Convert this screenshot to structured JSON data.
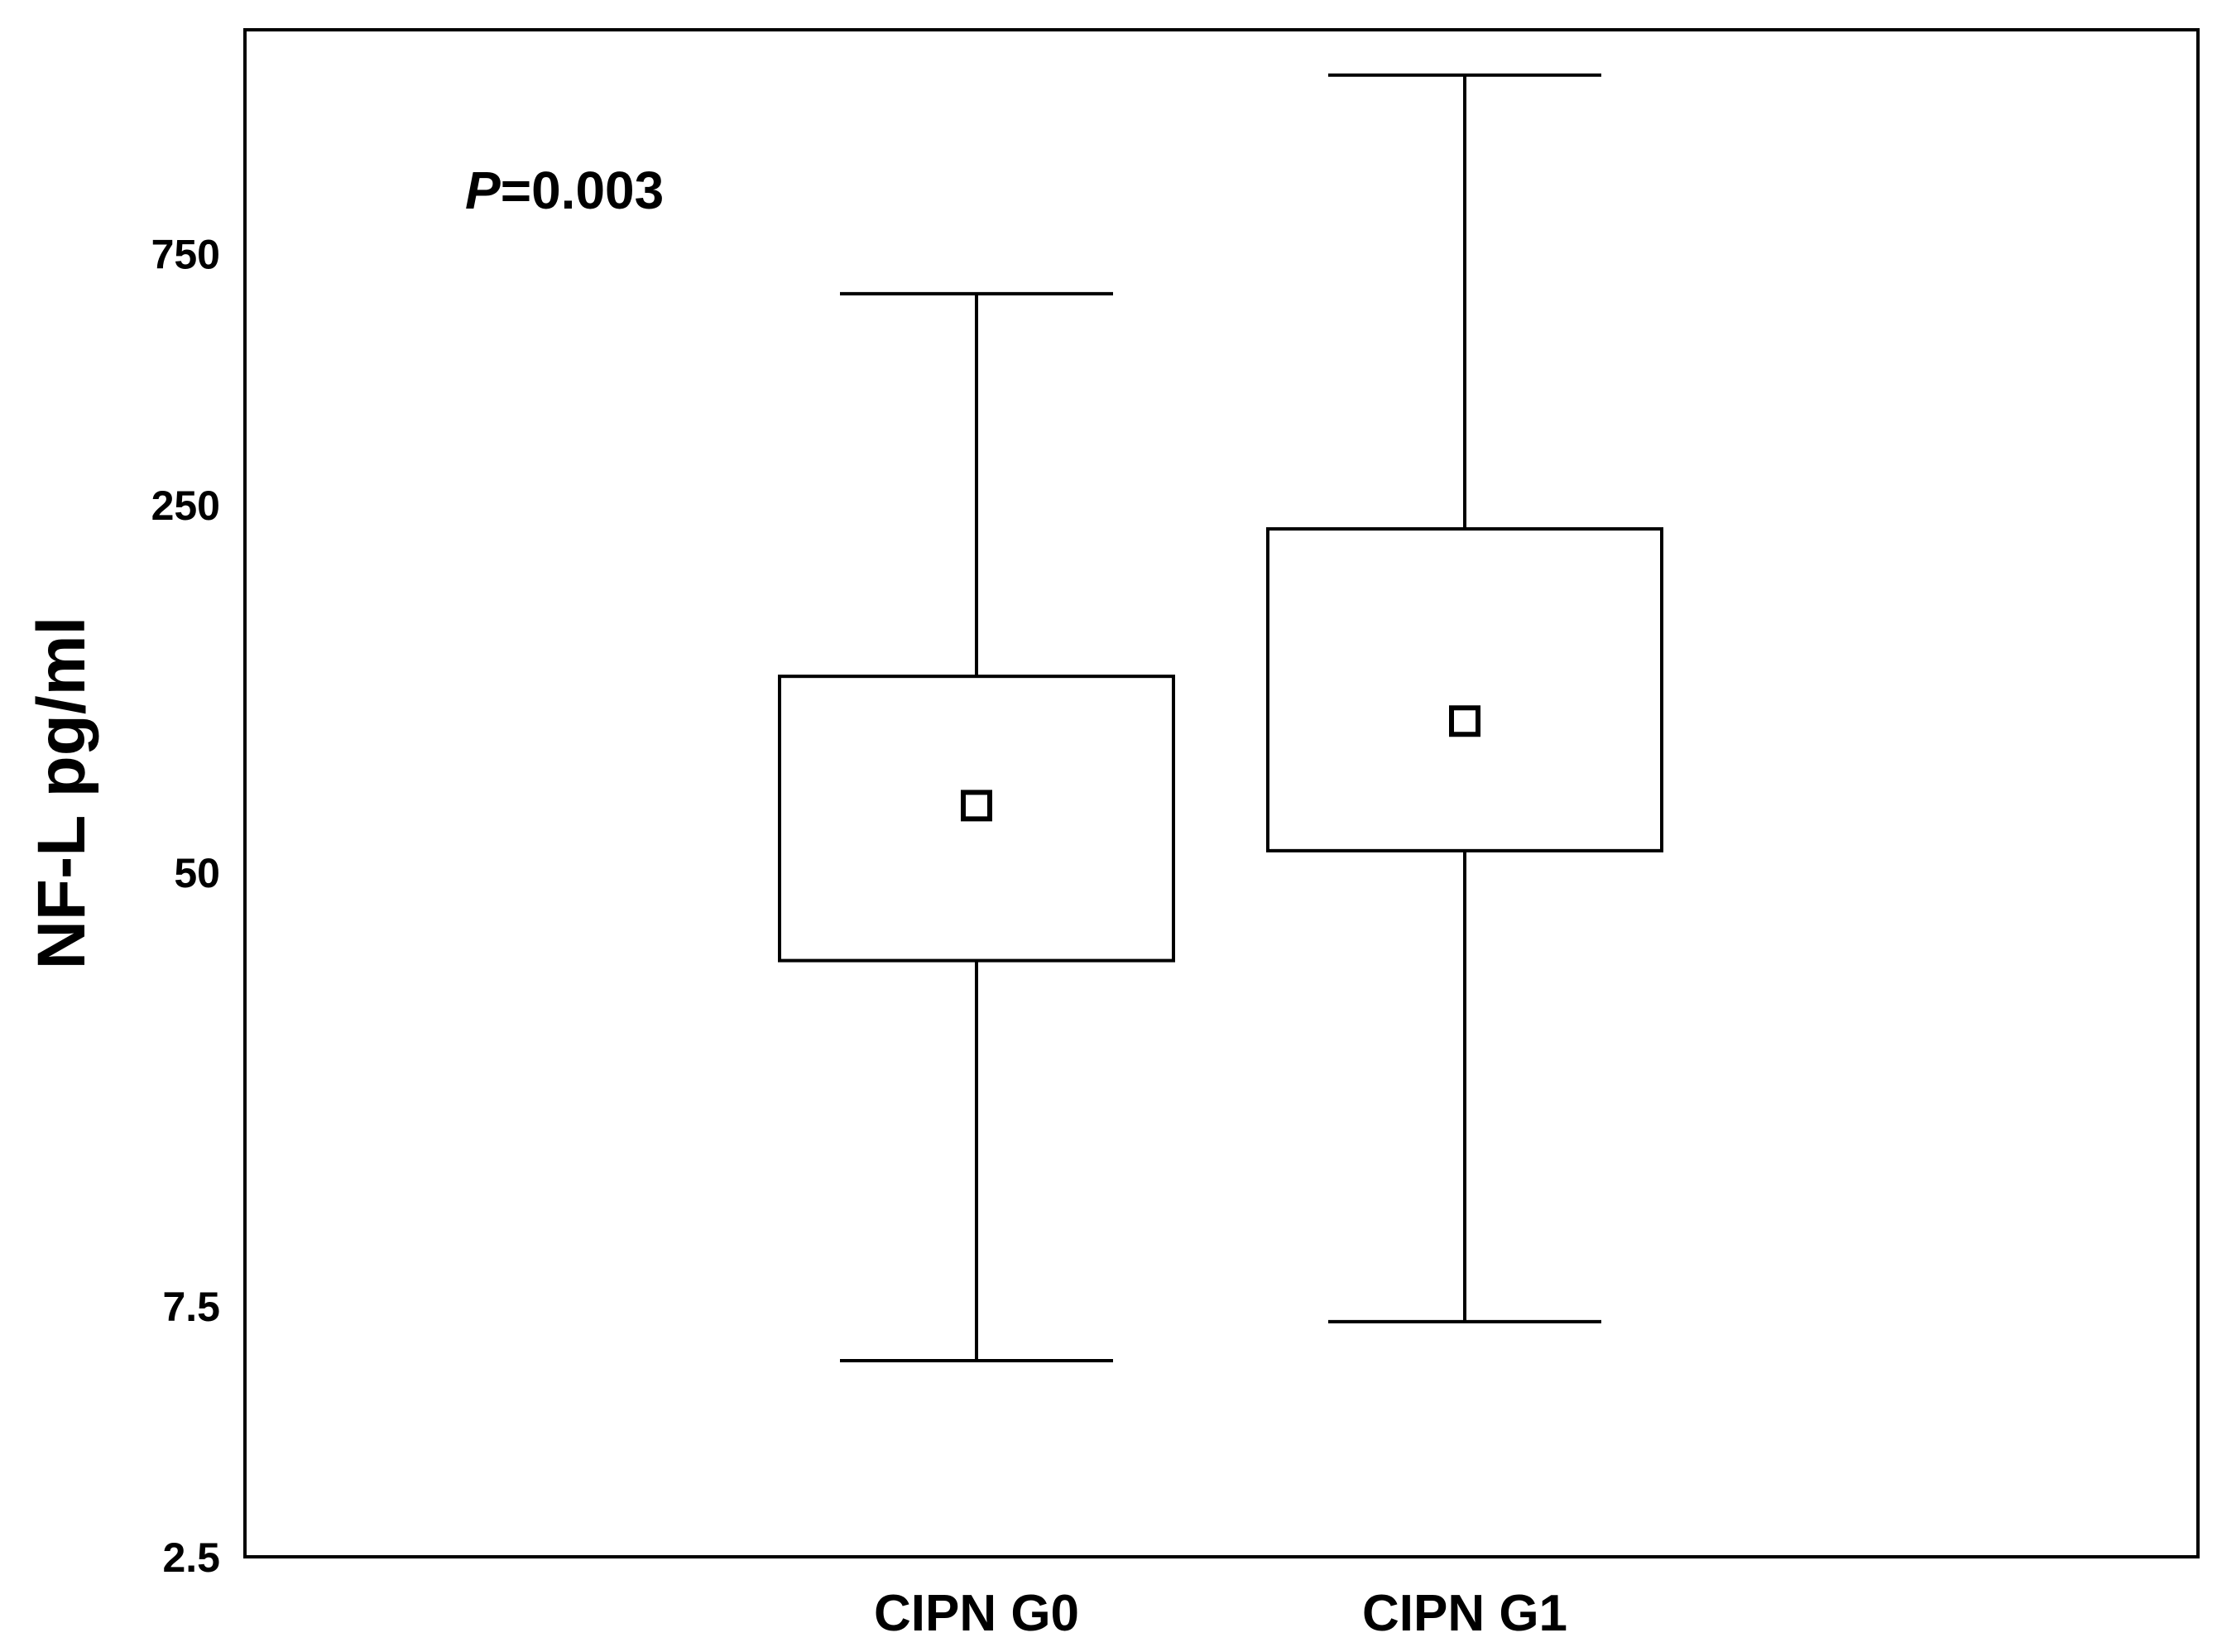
{
  "chart_data": {
    "type": "box",
    "title": "",
    "xlabel": "",
    "ylabel": "NF-L pg/ml",
    "y_scale": "log",
    "ylim": [
      2.5,
      2000
    ],
    "y_ticks": [
      {
        "value": 2.5,
        "label": "2.5"
      },
      {
        "value": 7.5,
        "label": "7.5"
      },
      {
        "value": 50,
        "label": "50"
      },
      {
        "value": 250,
        "label": "250"
      },
      {
        "value": 750,
        "label": "750"
      }
    ],
    "categories": [
      "CIPN G0",
      "CIPN G1"
    ],
    "boxes": [
      {
        "category": "CIPN G0",
        "whisker_low": 5.9,
        "q1": 34,
        "mean": 67,
        "q3": 118,
        "whisker_high": 630
      },
      {
        "category": "CIPN G1",
        "whisker_low": 7.0,
        "q1": 55,
        "mean": 97,
        "q3": 225,
        "whisker_high": 1640
      }
    ],
    "annotation": {
      "prefix": "P",
      "text": "=0.003"
    },
    "grid": false,
    "legend": "none",
    "colors": {
      "line": "#000000",
      "background": "#ffffff"
    }
  }
}
